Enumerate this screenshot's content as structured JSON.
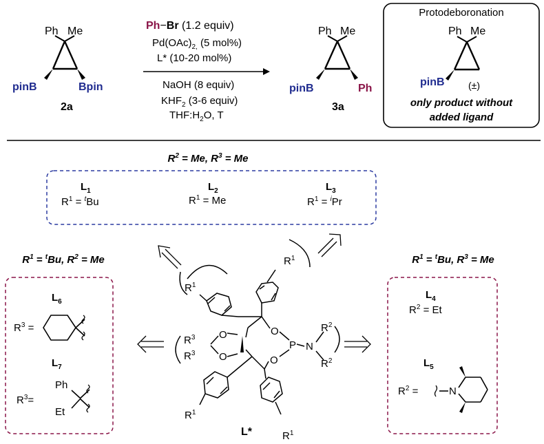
{
  "reaction": {
    "reactant": {
      "top_left": "Ph",
      "top_right": "Me",
      "left_group": "pinB",
      "right_group": "Bpin",
      "label": "2a"
    },
    "product": {
      "top_left": "Ph",
      "top_right": "Me",
      "left_group": "pinB",
      "right_group": "Ph",
      "label": "3a"
    },
    "conditions_above": {
      "reagent_ph": "Ph",
      "reagent_br": "Br",
      "reagent_equiv": "(1.2 equiv)",
      "catalyst": "Pd(OAc)",
      "catalyst_sub": "2,",
      "catalyst_amount": "(5 mol%)",
      "ligand": "L* (10-20 mol%)"
    },
    "conditions_below": {
      "base": "NaOH (8 equiv)",
      "additive": "KHF",
      "additive_sub": "2",
      "additive_amount": "(3-6 equiv)",
      "solvent_prefix": "THF:H",
      "solvent_sub": "2",
      "solvent_suffix": "O, T"
    },
    "side_box": {
      "title": "Protodeboronation",
      "top_left": "Ph",
      "top_right": "Me",
      "left_group": "pinB",
      "racemic": "(±)",
      "note_line1": "only product without",
      "note_line2": "added ligand"
    }
  },
  "ligand_groups": {
    "top": {
      "title": {
        "r2": "R",
        "r2_sup": "2",
        "r2_val": " = Me, ",
        "r3": "R",
        "r3_sup": "3",
        "r3_val": " = Me"
      },
      "items": [
        {
          "name": "L",
          "sub": "1",
          "desc": "R",
          "desc_sup": "1",
          "desc_eq": " = ",
          "desc_pre": "t",
          "desc_val": "Bu"
        },
        {
          "name": "L",
          "sub": "2",
          "desc": "R",
          "desc_sup": "1",
          "desc_eq": " = Me",
          "desc_pre": "",
          "desc_val": ""
        },
        {
          "name": "L",
          "sub": "3",
          "desc": "R",
          "desc_sup": "1",
          "desc_eq": " = ",
          "desc_pre": "i",
          "desc_val": "Pr"
        }
      ]
    },
    "left": {
      "title": {
        "r1": "R",
        "r1_sup": "1",
        "eq1": " = ",
        "pre": "t",
        "val1": "Bu, ",
        "r2": "R",
        "r2_sup": "2",
        "val2": " = Me"
      },
      "items": [
        {
          "name": "L",
          "sub": "6",
          "desc": "R",
          "desc_sup": "3",
          "desc_eq": " ="
        },
        {
          "name": "L",
          "sub": "7",
          "desc": "R",
          "desc_sup": "3",
          "desc_eq": "=",
          "frag_ph": "Ph",
          "frag_et": "Et"
        }
      ]
    },
    "right": {
      "title": {
        "r1": "R",
        "r1_sup": "1",
        "eq1": " = ",
        "pre": "t",
        "val1": "Bu, ",
        "r3": "R",
        "r3_sup": "3",
        "val2": " = Me"
      },
      "items": [
        {
          "name": "L",
          "sub": "4",
          "desc": "R",
          "desc_sup": "2",
          "desc_eq": " = Et"
        },
        {
          "name": "L",
          "sub": "5",
          "desc": "R",
          "desc_sup": "2",
          "desc_eq": " =",
          "frag_n": "N"
        }
      ]
    }
  },
  "ligand_structure": {
    "label": "L*",
    "r1": "R",
    "r1_sup": "1",
    "r2": "R",
    "r2_sup": "2",
    "r3": "R",
    "r3_sup": "3",
    "o": "O",
    "p": "P",
    "n": "N"
  },
  "colors": {
    "blue": "#1f2b8f",
    "maroon": "#8a1548",
    "box_blue": "#2b3aa0",
    "box_maroon": "#8a1548"
  }
}
